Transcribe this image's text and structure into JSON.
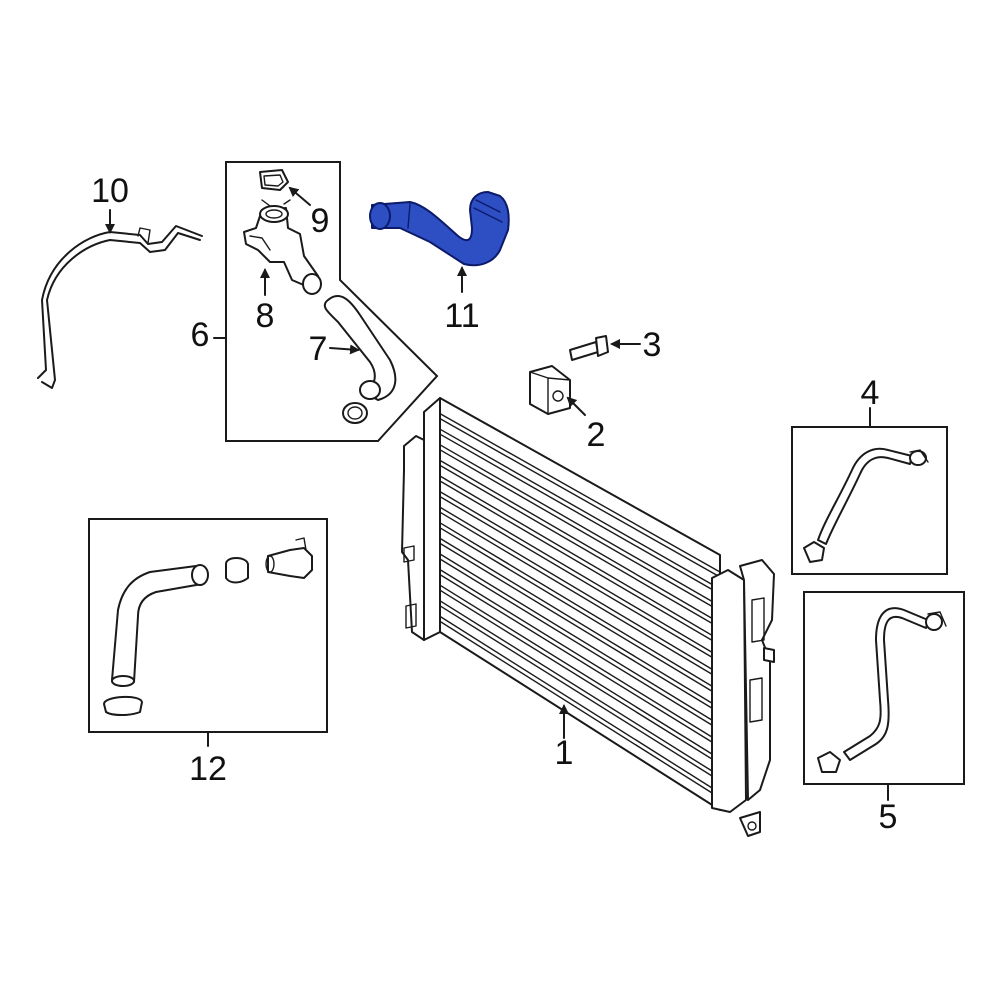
{
  "callouts": {
    "c1": "1",
    "c2": "2",
    "c3": "3",
    "c4": "4",
    "c5": "5",
    "c6": "6",
    "c7": "7",
    "c8": "8",
    "c9": "9",
    "c10": "10",
    "c11": "11",
    "c12": "12"
  },
  "colors": {
    "highlight_part": "#2e4fc4",
    "highlight_outline": "#0c1a6a",
    "line": "#1a1a1a",
    "background": "#ffffff"
  },
  "highlighted_callout": "11"
}
